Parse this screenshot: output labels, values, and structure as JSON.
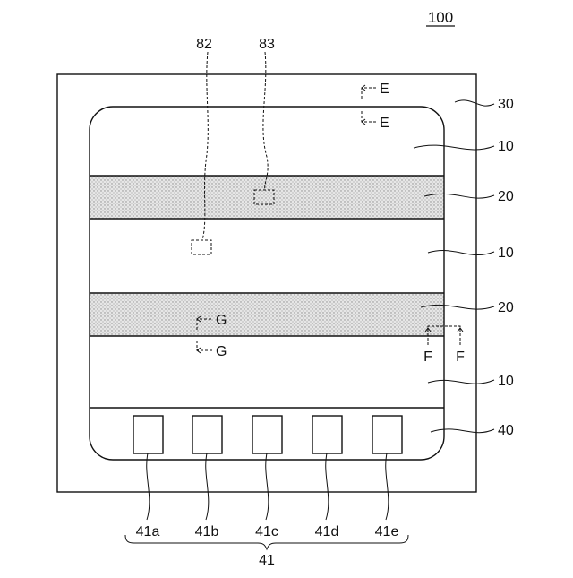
{
  "figure": {
    "ref_main": "100",
    "ref_frame": "30",
    "ref_light1": "10",
    "ref_band1": "20",
    "ref_light2": "10",
    "ref_band2": "20",
    "ref_light3": "10",
    "ref_pad_row": "40",
    "ref_82": "82",
    "ref_83": "83",
    "section_e_top": "E",
    "section_e_bottom": "E",
    "section_g_top": "G",
    "section_g_bottom": "G",
    "section_f_left": "F",
    "section_f_right": "F",
    "pads": [
      "41a",
      "41b",
      "41c",
      "41d",
      "41e"
    ],
    "pad_group": "41"
  },
  "colors": {
    "line": "#111111",
    "band_fill": "#d6d6d6"
  }
}
